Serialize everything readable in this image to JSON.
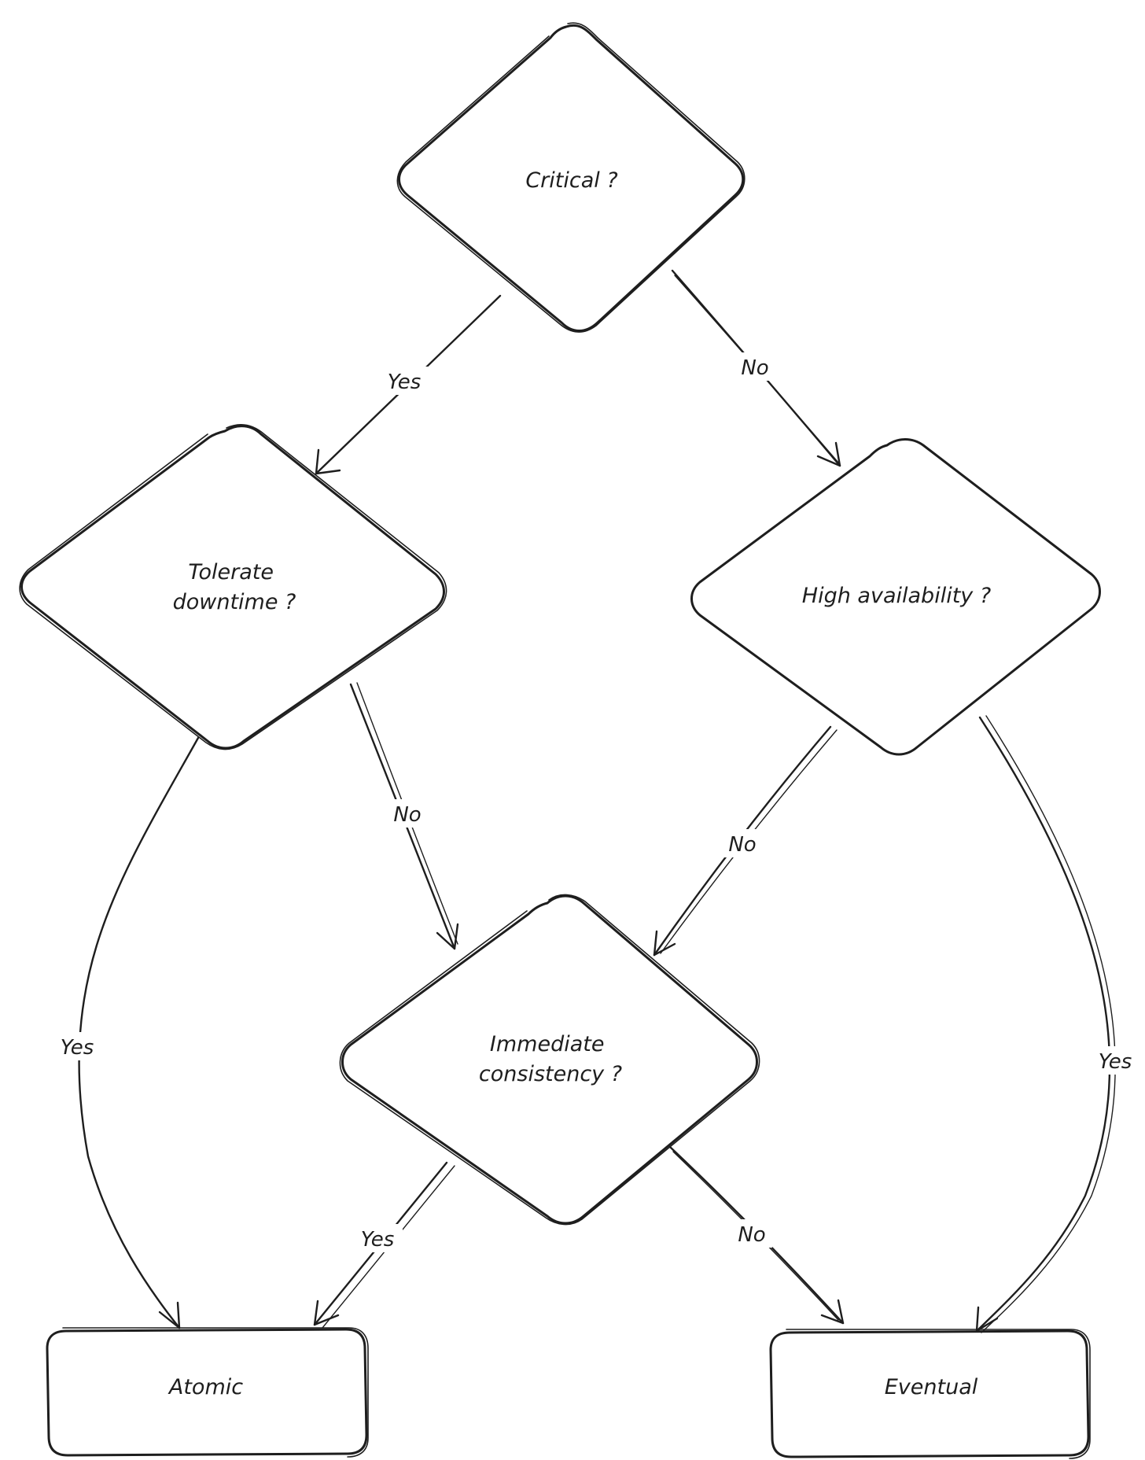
{
  "diagram": {
    "nodes": {
      "critical": {
        "lines": [
          "Critical ?"
        ]
      },
      "tolerate": {
        "lines": [
          "Tolerate",
          "downtime ?"
        ]
      },
      "high_avail": {
        "lines": [
          "High availability ?"
        ]
      },
      "immediate": {
        "lines": [
          "Immediate",
          "consistency ?"
        ]
      },
      "atomic": {
        "lines": [
          "Atomic"
        ]
      },
      "eventual": {
        "lines": [
          "Eventual"
        ]
      }
    },
    "edges": [
      {
        "from": "critical",
        "to": "tolerate",
        "label": "Yes"
      },
      {
        "from": "critical",
        "to": "high_avail",
        "label": "No"
      },
      {
        "from": "tolerate",
        "to": "atomic",
        "label": "Yes"
      },
      {
        "from": "tolerate",
        "to": "immediate",
        "label": "No"
      },
      {
        "from": "high_avail",
        "to": "immediate",
        "label": "No"
      },
      {
        "from": "high_avail",
        "to": "eventual",
        "label": "Yes"
      },
      {
        "from": "immediate",
        "to": "atomic",
        "label": "Yes"
      },
      {
        "from": "immediate",
        "to": "eventual",
        "label": "No"
      }
    ]
  }
}
